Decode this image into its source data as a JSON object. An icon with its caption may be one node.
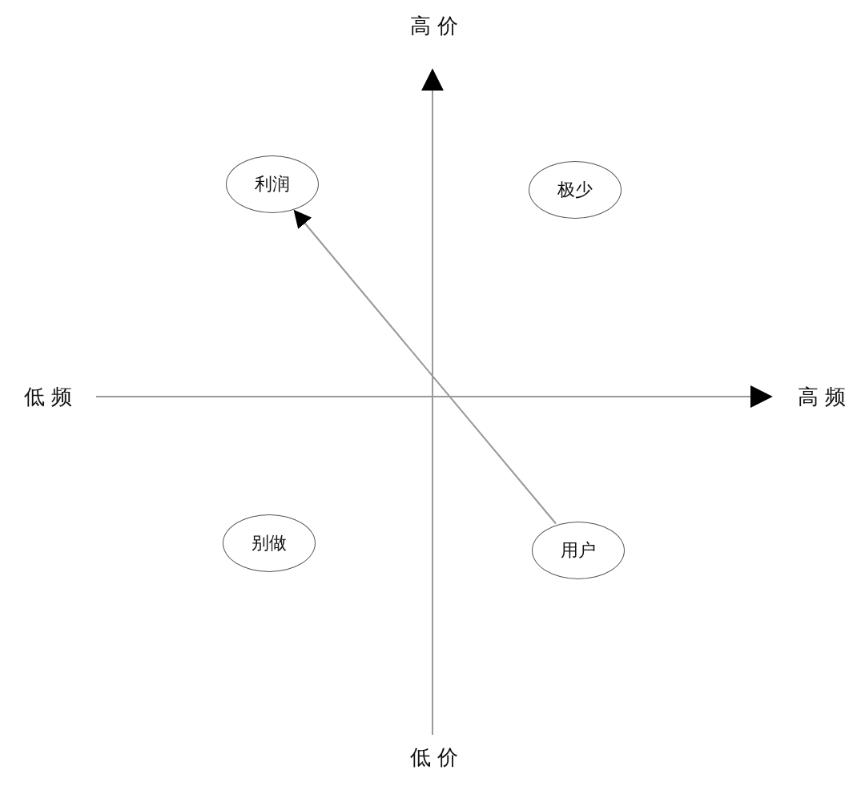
{
  "diagram": {
    "nodes": [
      {
        "text": [
          "利润"
        ]
      },
      {
        "text": [
          "极少"
        ]
      },
      {
        "text": [
          "别做"
        ]
      },
      {
        "text": [
          "用户"
        ]
      }
    ],
    "edges": [
      {
        "from": 3,
        "to": 0,
        "arrow": "to"
      }
    ],
    "labels": [
      "高价",
      "低频",
      "高频",
      "低价"
    ]
  }
}
